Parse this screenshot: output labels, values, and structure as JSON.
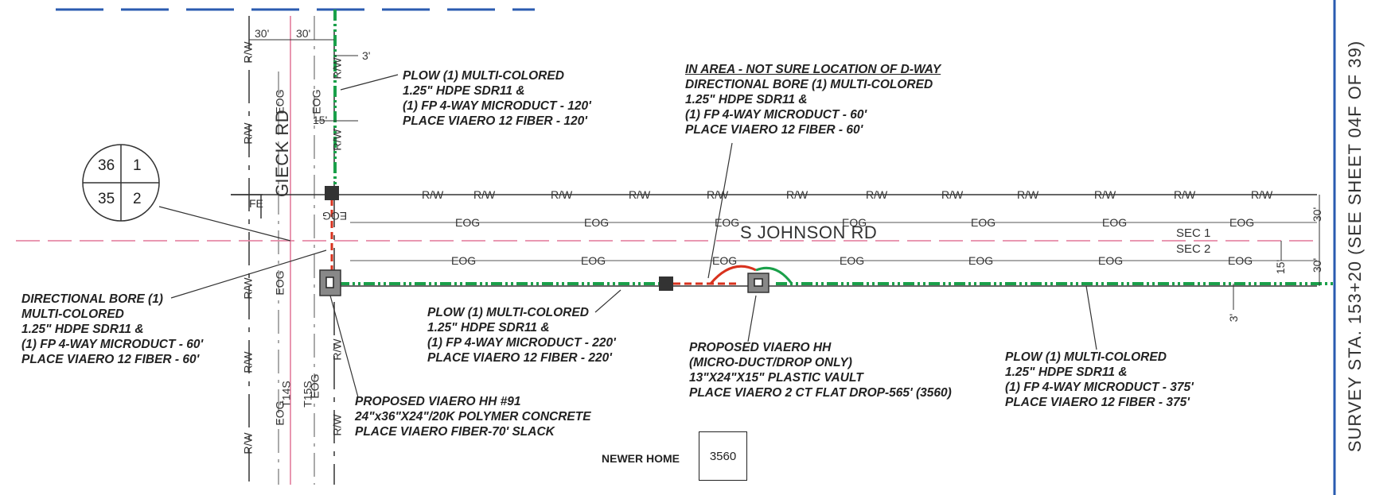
{
  "roads": {
    "gieck": "GIECK RD",
    "johnson": "S JOHNSON RD"
  },
  "line_labels": {
    "rw": "R/W",
    "eog": "EOG",
    "eog_flipped": "EOG",
    "fe": "FE"
  },
  "dimensions": {
    "d30a": "30'",
    "d30b": "30'",
    "d3a": "3'",
    "d15a": "15'",
    "d30c": "30'",
    "d30d": "30'",
    "d15b": "15'",
    "d3b": "3'"
  },
  "sections": {
    "sec1": "SEC 1",
    "sec2": "SEC 2"
  },
  "township": {
    "t14s": "T14S",
    "t15s": "T15S"
  },
  "quadrant": {
    "q36": "36",
    "q1": "1",
    "q35": "35",
    "q2": "2"
  },
  "survey_note": "SURVEY STA. 153+20 (SEE SHEET 04F OF 39)",
  "notes": {
    "plow_120": [
      "PLOW (1) MULTI-COLORED",
      "1.25\" HDPE SDR11 &",
      "(1) FP 4-WAY MICRODUCT - 120'",
      "PLACE VIAERO 12 FIBER - 120'"
    ],
    "area_title": "IN AREA - NOT SURE LOCATION OF D-WAY",
    "bore_60_top": [
      "DIRECTIONAL BORE (1) MULTI-COLORED",
      "1.25\" HDPE SDR11 &",
      "(1) FP 4-WAY MICRODUCT - 60'",
      "PLACE VIAERO 12 FIBER - 60'"
    ],
    "bore_60_left": [
      "DIRECTIONAL BORE (1)",
      "MULTI-COLORED",
      "1.25\" HDPE SDR11 &",
      "(1) FP 4-WAY MICRODUCT - 60'",
      "PLACE VIAERO 12 FIBER - 60'"
    ],
    "plow_220": [
      "PLOW (1) MULTI-COLORED",
      "1.25\" HDPE SDR11 &",
      "(1) FP 4-WAY MICRODUCT - 220'",
      "PLACE VIAERO 12 FIBER - 220'"
    ],
    "hh_micro": [
      "PROPOSED VIAERO HH",
      "(MICRO-DUCT/DROP ONLY)",
      "13\"X24\"X15\" PLASTIC VAULT",
      "PLACE VIAERO 2 CT FLAT DROP-565' (3560)"
    ],
    "plow_375": [
      "PLOW (1) MULTI-COLORED",
      "1.25\" HDPE SDR11 &",
      "(1) FP 4-WAY MICRODUCT - 375'",
      "PLACE VIAERO 12 FIBER - 375'"
    ],
    "hh_91": [
      "PROPOSED VIAERO HH #91",
      "24\"x36\"X24\"/20K POLYMER CONCRETE",
      "PLACE VIAERO FIBER-70' SLACK"
    ]
  },
  "home": {
    "label": "NEWER HOME",
    "address": "3560"
  },
  "colors": {
    "fiber_green": "#1aa04a",
    "bore_red": "#d8321e",
    "section_pink": "#e68aa8",
    "sheet_blue": "#2a5bb0",
    "ink": "#333333"
  }
}
